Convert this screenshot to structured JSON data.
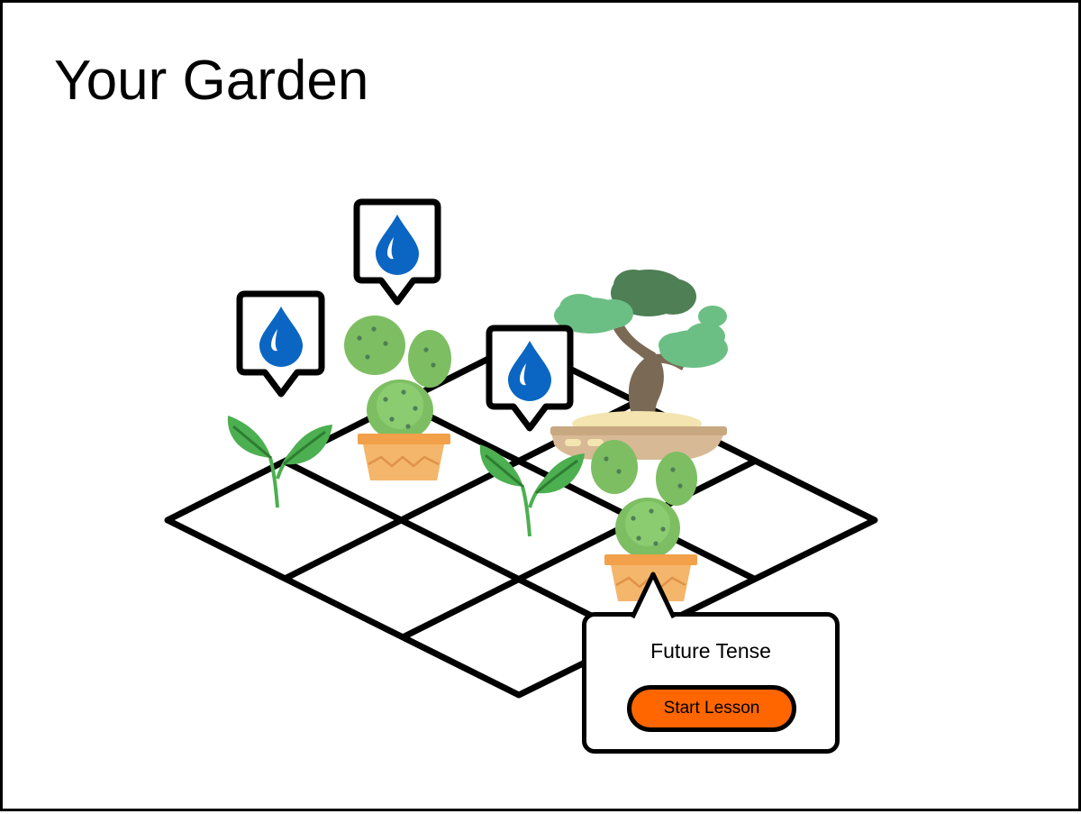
{
  "page": {
    "title": "Your Garden"
  },
  "garden": {
    "plots": [
      {
        "id": "plot-1",
        "plant": "sprout",
        "needs_water": true
      },
      {
        "id": "plot-2",
        "plant": "cactus",
        "needs_water": true
      },
      {
        "id": "plot-3",
        "plant": "sprout",
        "needs_water": true
      },
      {
        "id": "plot-4",
        "plant": "bonsai",
        "needs_water": false
      },
      {
        "id": "plot-5",
        "plant": "cactus",
        "needs_water": false,
        "selected": true
      }
    ],
    "water_icon": "water-drop-icon"
  },
  "lesson_popup": {
    "title": "Future Tense",
    "start_label": "Start Lesson"
  },
  "colors": {
    "accent": "#ff6600",
    "water": "#0b66c3",
    "leaf": "#4caf50",
    "cactus": "#7dbe63",
    "pot": "#f4b66a",
    "bonsai_foliage": "#6cbf84",
    "bonsai_trunk": "#7a6a55",
    "bonsai_pot": "#d8b995"
  }
}
